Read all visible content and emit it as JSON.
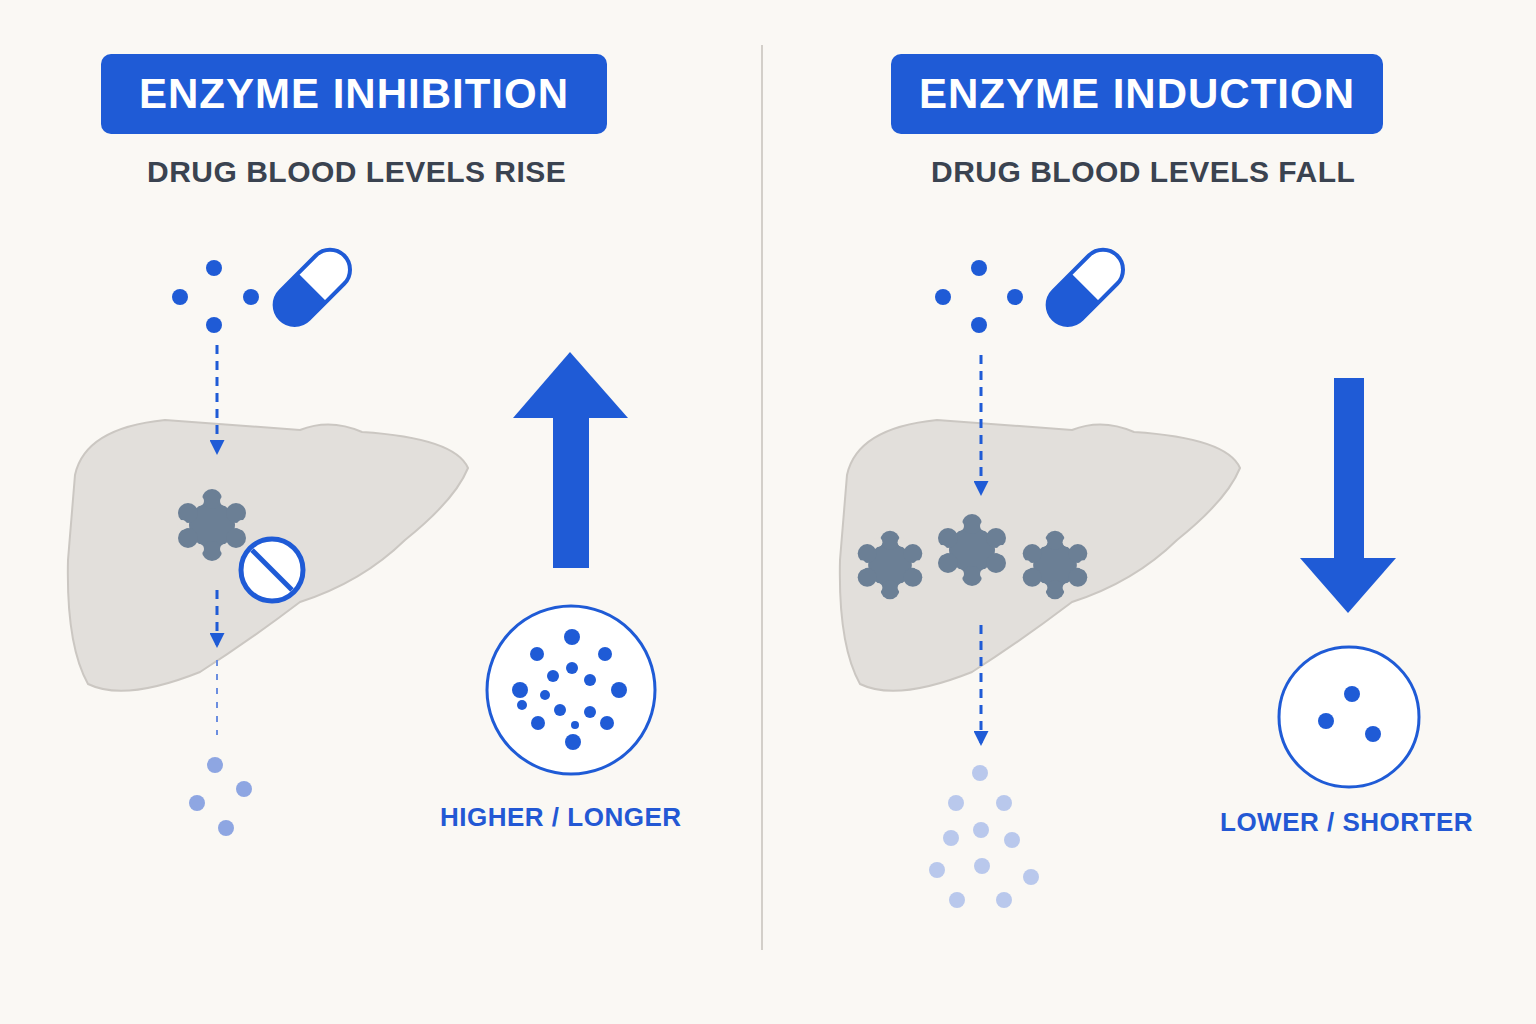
{
  "diagram": {
    "nodes": [
      {
        "text": [
          "ENZYME INHIBITION"
        ]
      },
      {
        "text": [
          "ENZYME INDUCTION"
        ]
      }
    ],
    "labels": [
      "DRUG BLOOD LEVELS RISE",
      "HIGHER / LONGER",
      "DRUG BLOOD LEVELS FALL",
      "LOWER / SHORTER"
    ]
  }
}
